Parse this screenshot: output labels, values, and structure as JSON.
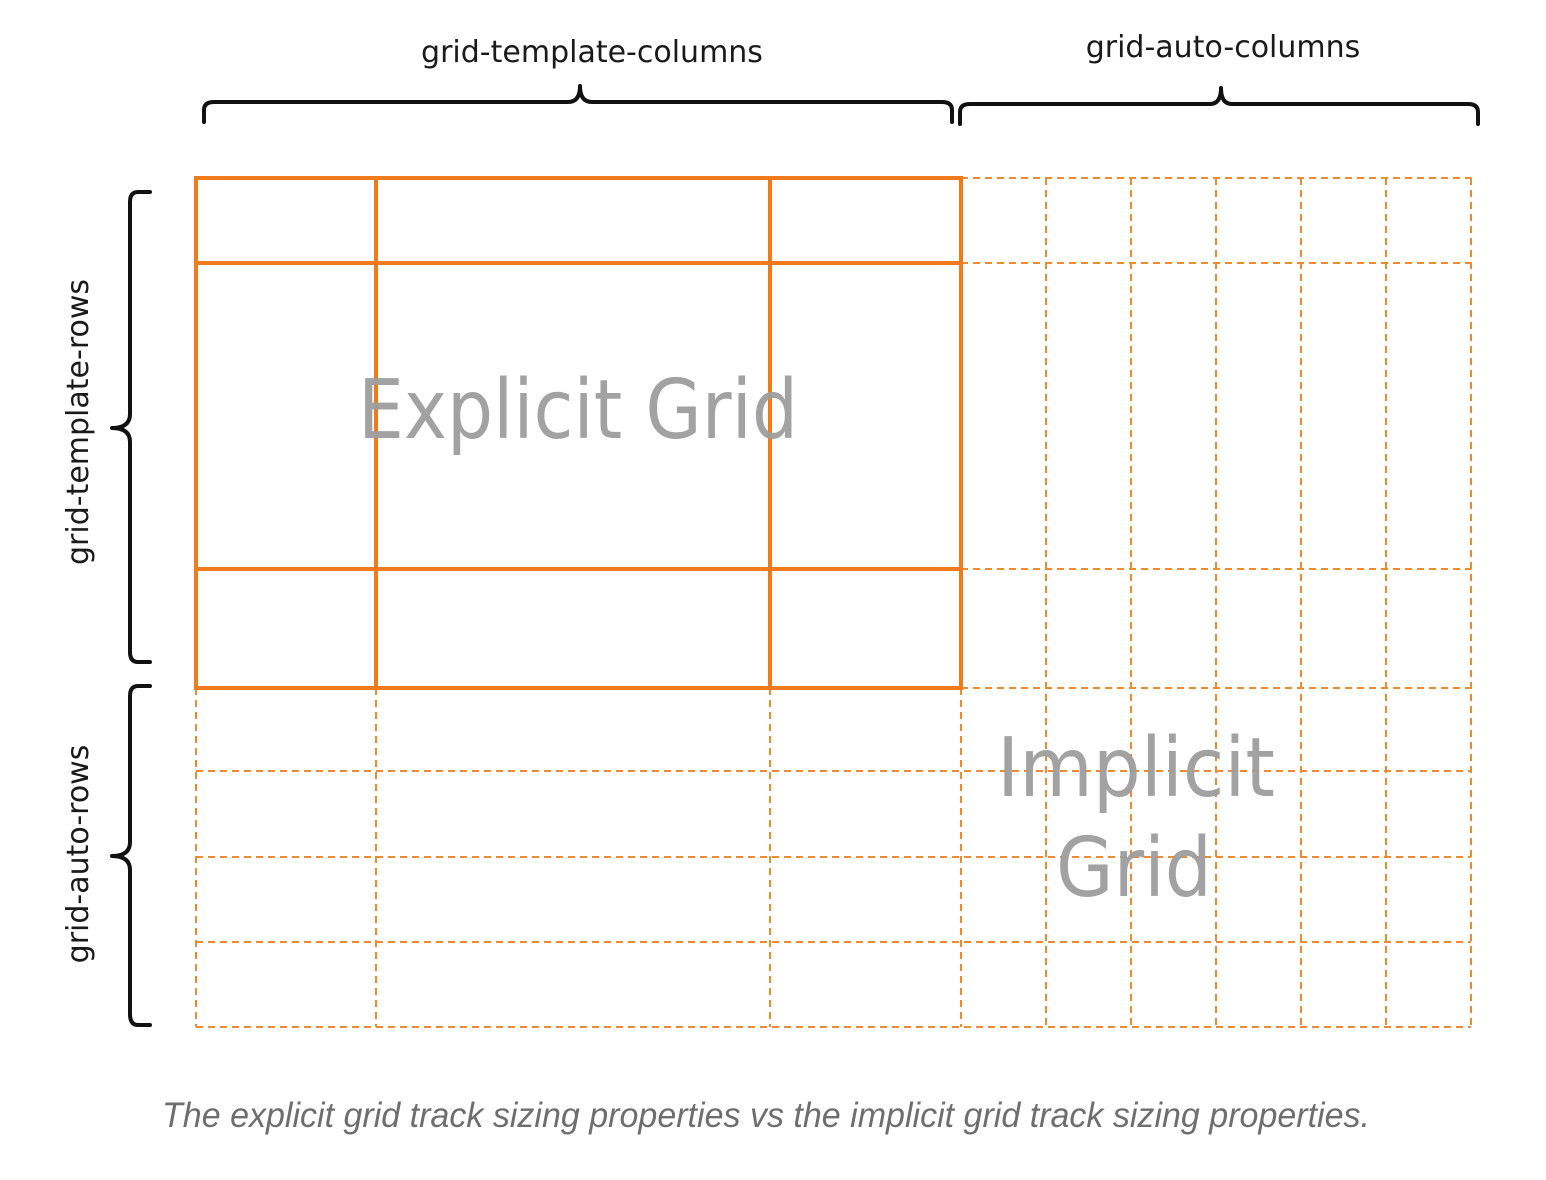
{
  "labels": {
    "template_columns": "grid-template-columns",
    "auto_columns": "grid-auto-columns",
    "template_rows": "grid-template-rows",
    "auto_rows": "grid-auto-rows"
  },
  "regions": {
    "explicit": "Explicit Grid",
    "implicit_line1": "Implicit",
    "implicit_line2": "Grid"
  },
  "caption": "The explicit grid track sizing properties vs the implicit grid track sizing properties.",
  "colors": {
    "grid_line": "#f07a1c",
    "region_text": "#9e9e9e",
    "brace": "#111111",
    "caption_text": "#6e6e6e"
  },
  "grid": {
    "explicit_columns": 3,
    "explicit_rows": 3,
    "implicit_columns": 6,
    "implicit_rows": 4
  }
}
